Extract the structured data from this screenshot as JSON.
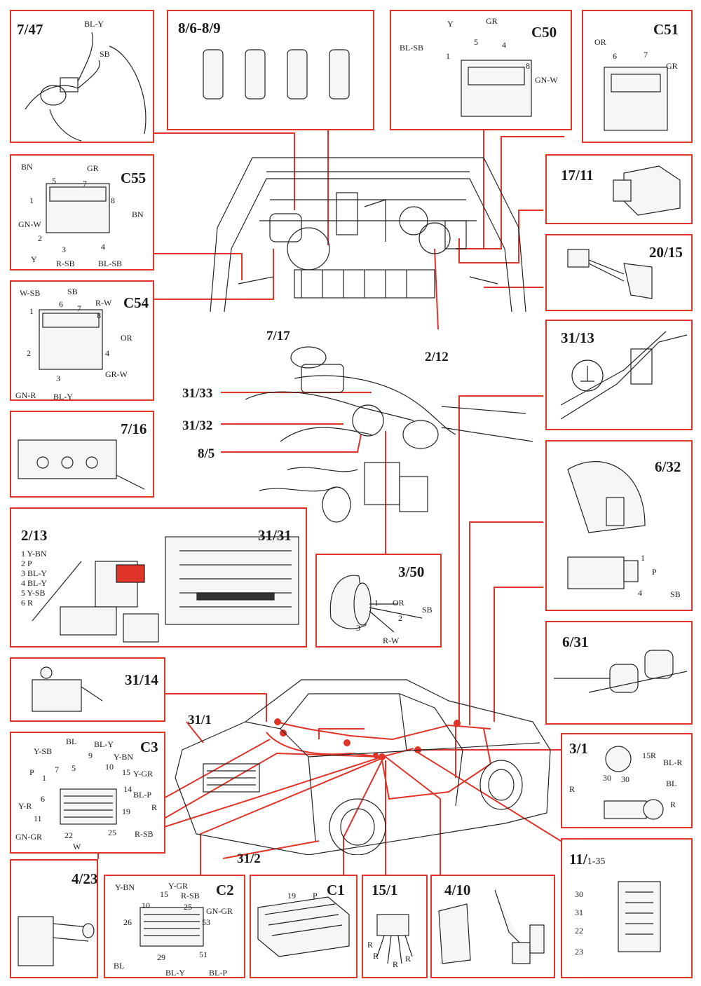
{
  "accent_color": "#e0342a",
  "boxes": {
    "b747": {
      "title": "7/47",
      "labels": [
        "BL-Y",
        "SB"
      ]
    },
    "b869": {
      "title": "8/6-8/9"
    },
    "c50": {
      "title": "C50",
      "labels": [
        "Y",
        "GR",
        "5",
        "4",
        "BL-SB",
        "1",
        "8",
        "GN-W"
      ]
    },
    "c51": {
      "title": "C51",
      "labels": [
        "OR",
        "6",
        "7",
        "GR"
      ]
    },
    "b1711": {
      "title": "17/11"
    },
    "c55": {
      "title": "C55",
      "labels": [
        "BN",
        "GR",
        "5",
        "7",
        "1",
        "8",
        "BN",
        "GN-W",
        "2",
        "3",
        "4",
        "Y",
        "R-SB",
        "BL-SB"
      ]
    },
    "b2015": {
      "title": "20/15"
    },
    "c54": {
      "title": "C54",
      "labels": [
        "W-SB",
        "SB",
        "1",
        "6",
        "7",
        "R-W",
        "8",
        "OR",
        "2",
        "4",
        "GR-W",
        "3",
        "GN-R",
        "BL-Y"
      ]
    },
    "b3113": {
      "title": "31/13"
    },
    "b716": {
      "title": "7/16"
    },
    "b632": {
      "title": "6/32",
      "labels": [
        "1",
        "P",
        "4",
        "SB"
      ]
    },
    "b213": {
      "title": "2/13",
      "legend": [
        "1 Y-BN",
        "2 P",
        "3 BL-Y",
        "4 BL-Y",
        "5 Y-SB",
        "6 R"
      ],
      "title2": "31/31"
    },
    "b350": {
      "title": "3/50",
      "labels": [
        "1",
        "OR",
        "2",
        "SB",
        "3",
        "R-W"
      ]
    },
    "b631": {
      "title": "6/31"
    },
    "b3114": {
      "title": "31/14"
    },
    "c3": {
      "title": "C3",
      "labels": [
        "BL",
        "BL-Y",
        "Y-SB",
        "9",
        "Y-BN",
        "7",
        "5",
        "10",
        "15",
        "Y-GR",
        "P",
        "1",
        "14",
        "BL-P",
        "6",
        "Y-R",
        "19",
        "R",
        "11",
        "25",
        "R-SB",
        "GN-GR",
        "22",
        "W"
      ]
    },
    "b31": {
      "title": "3/1",
      "labels": [
        "15R",
        "BL-R",
        "30",
        "30",
        "R",
        "BL",
        "R"
      ]
    },
    "b423": {
      "title": "4/23"
    },
    "c2": {
      "title": "C2",
      "labels": [
        "Y-BN",
        "Y-GR",
        "15",
        "R-SB",
        "10",
        "25",
        "GN-GR",
        "26",
        "53",
        "29",
        "51",
        "BL",
        "BL-Y",
        "BL-P"
      ]
    },
    "c1": {
      "title": "C1",
      "labels": [
        "19",
        "P"
      ]
    },
    "b151": {
      "title": "15/1",
      "labels": [
        "R",
        "R",
        "R",
        "R"
      ]
    },
    "b410": {
      "title": "4/10"
    },
    "b11": {
      "title": "11/",
      "sub": "1-35",
      "labels": [
        "30",
        "31",
        "22",
        "23"
      ]
    }
  },
  "callouts": {
    "c717": "7/17",
    "c212": "2/12",
    "c3133": "31/33",
    "c3132": "31/32",
    "c85": "8/5",
    "c311": "31/1",
    "c312": "31/2"
  }
}
